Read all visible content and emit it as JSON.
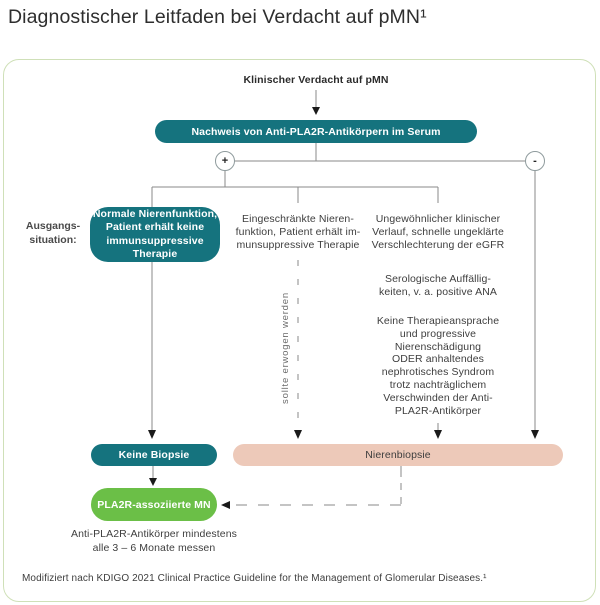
{
  "title": "Diagnostischer Leitfaden bei Verdacht auf pMN¹",
  "colors": {
    "teal": "#15737e",
    "salmon": "#edc9b9",
    "green": "#6bbf47",
    "panel_border": "#cfe0b8",
    "line_gray": "#8a8a8a",
    "arrow_black": "#1a1a1a"
  },
  "flow": {
    "start_label": "Klinischer Verdacht auf pMN",
    "serum_test": "Nachweis von Anti-PLA2R-Antikörpern im Serum",
    "positive_sign": "+",
    "negative_sign": "-",
    "baseline_label": "Ausgangs-\nsituation:",
    "scenario_normal": "Normale Nierenfunktion,\nPatient erhält keine\nimmunsuppressive Therapie",
    "scenario_restricted": "Eingeschränkte Nieren-\nfunktion, Patient erhält im-\nmunsuppressive Therapie",
    "scenario_unusual": "Ungewöhnlicher klinischer\nVerlauf, schnelle ungeklärte\nVerschlechterung der eGFR",
    "scenario_serologic": "Serologische Auffällig-\nkeiten, v. a. positive ANA",
    "scenario_no_response": "Keine Therapieansprache\nund progressive\nNierenschädigung\nODER anhaltendes\nnephrotisches Syndrom\ntrotz nachträglichem\nVerschwinden der Anti-\nPLA2R-Antikörper",
    "consider_label": "sollte erwogen werden",
    "no_biopsy": "Keine Biopsie",
    "biopsy": "Nierenbiopsie",
    "result": "PLA2R-assoziierte MN",
    "monitoring_note": "Anti-PLA2R-Antikörper mindestens\nalle 3 – 6 Monate messen"
  },
  "footer": "Modifiziert nach KDIGO 2021 Clinical Practice Guideline for the Management of Glomerular Diseases.¹"
}
